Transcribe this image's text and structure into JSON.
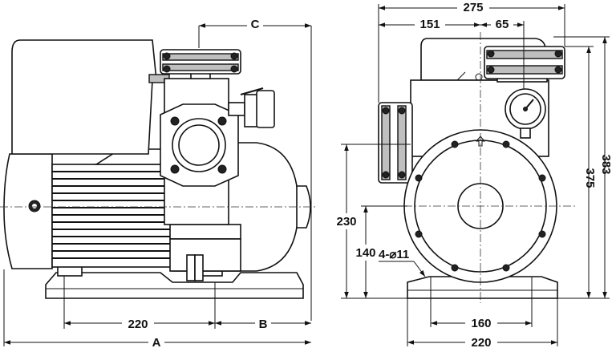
{
  "dimensions": {
    "side_C": "C",
    "side_220": "220",
    "side_B": "B",
    "side_A": "A",
    "front_275": "275",
    "front_151": "151",
    "front_65": "65",
    "front_383": "383",
    "front_375": "375",
    "front_230": "230",
    "front_140": "140",
    "front_holes": "4-⌀11",
    "front_160": "160",
    "front_220": "220"
  }
}
